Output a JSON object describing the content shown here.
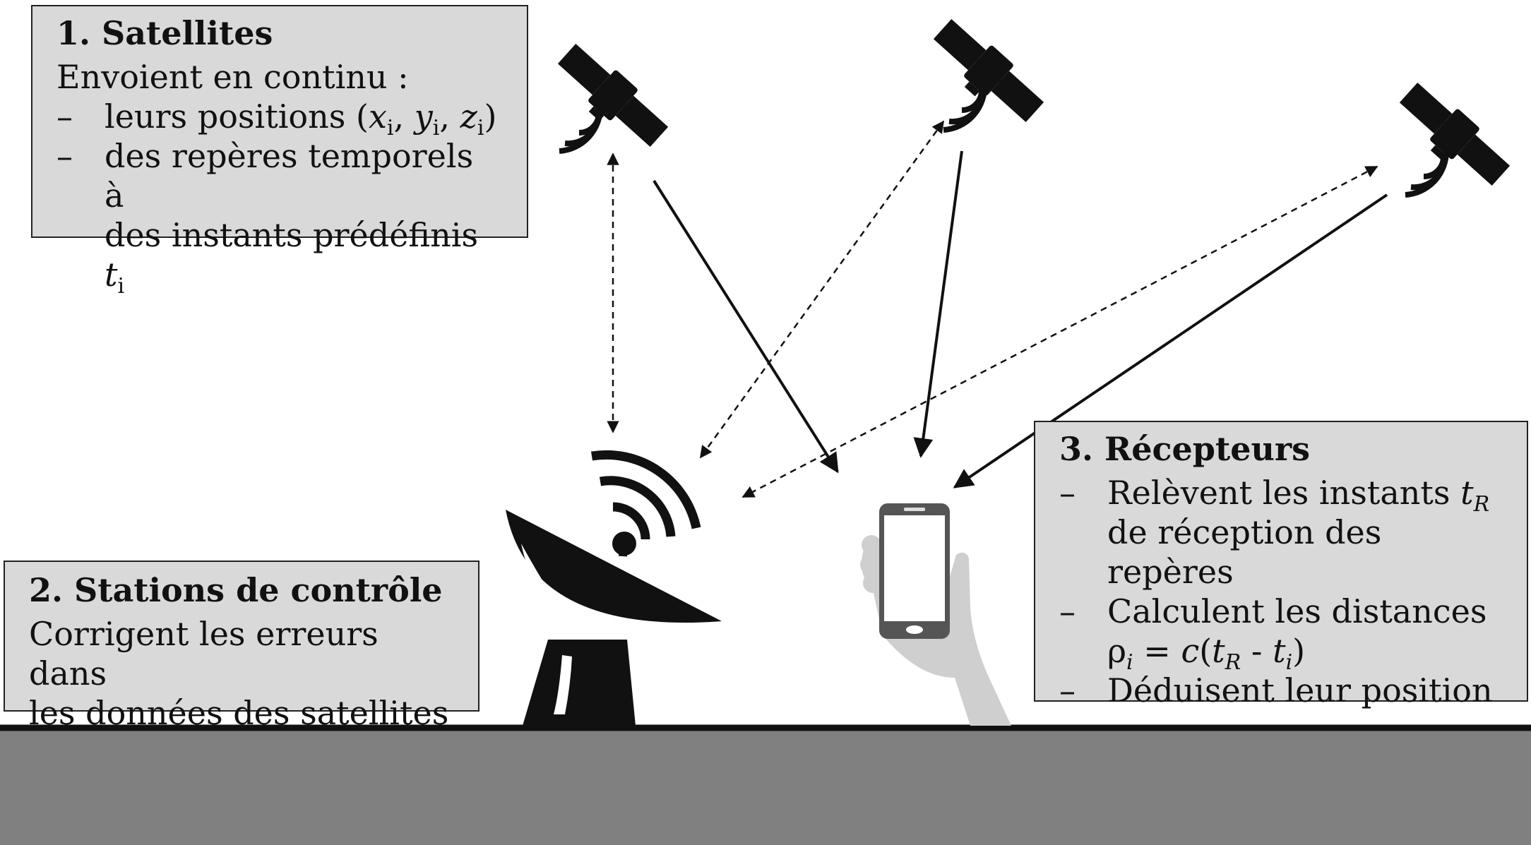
{
  "colors": {
    "box_fill": "#d9d9d9",
    "ground": "#808080",
    "ink": "#111111",
    "hand": "#cfcfcf"
  },
  "icons": [
    "satellite-icon",
    "satellite-dish-icon",
    "smartphone-icon",
    "hand-icon",
    "signal-waves-icon"
  ],
  "satellites_box": {
    "title": "1. Satellites",
    "intro": "Envoient en continu :",
    "item1_text": "leurs positions (",
    "item2_line1": "des repères temporels à",
    "item2_line2": "des instants prédéfinis "
  },
  "control_box": {
    "title": "2. Stations de contrôle",
    "line1": "Corrigent les erreurs dans",
    "line2": "les données des satellites"
  },
  "receivers_box": {
    "title": "3. Récepteurs",
    "item1_line1": "Relèvent les instants ",
    "item1_line2": "de réception des repères",
    "item2_line1": "Calculent les distances",
    "item3": "Déduisent leur position"
  },
  "symbols": {
    "dash": "–",
    "x": "x",
    "y": "y",
    "z": "z",
    "t": "t",
    "c": "c",
    "rho": "ρ",
    "i": "i",
    "R": "R",
    "comma": ",",
    "close_paren": ")",
    "equals_open": " = ",
    "open_paren": "(",
    "minus": " - "
  }
}
